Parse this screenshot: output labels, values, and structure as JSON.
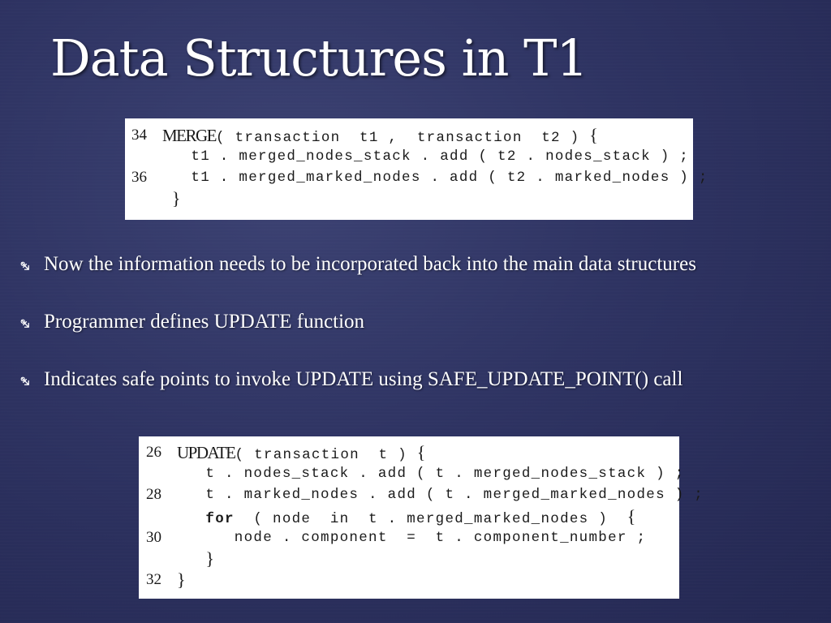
{
  "slide": {
    "title": "Data Structures in T1"
  },
  "merge_code": {
    "lines": [
      {
        "no": "34",
        "parts": [
          {
            "text": "MERGE",
            "style": "fn"
          },
          {
            "text": "( transaction  t1 ,  transaction  t2 ) ",
            "style": "code"
          },
          {
            "text": "{",
            "style": "brace"
          }
        ]
      },
      {
        "no": "",
        "parts": [
          {
            "text": "   t1 . merged_nodes_stack . add ( t2 . nodes_stack ) ;",
            "style": "code"
          }
        ]
      },
      {
        "no": "36",
        "parts": [
          {
            "text": "   t1 . merged_marked_nodes . add ( t2 . marked_nodes ) ;",
            "style": "code"
          }
        ]
      },
      {
        "no": "",
        "parts": [
          {
            "text": " ",
            "style": "code"
          },
          {
            "text": "}",
            "style": "brace"
          }
        ]
      }
    ]
  },
  "bullets": [
    {
      "text": "Now the information needs to be incorporated back into the main data structures"
    },
    {
      "text": "Programmer defines UPDATE function"
    },
    {
      "text": "Indicates safe points to invoke UPDATE using SAFE_UPDATE_POINT() call"
    }
  ],
  "update_code": {
    "lines": [
      {
        "no": "26",
        "parts": [
          {
            "text": "UPDATE",
            "style": "fn"
          },
          {
            "text": "( transaction  t ) ",
            "style": "code"
          },
          {
            "text": "{",
            "style": "brace"
          }
        ]
      },
      {
        "no": "",
        "parts": [
          {
            "text": "   t . nodes_stack . add ( t . merged_nodes_stack ) ;",
            "style": "code"
          }
        ]
      },
      {
        "no": "28",
        "parts": [
          {
            "text": "   t . marked_nodes . add ( t . merged_marked_nodes ) ;",
            "style": "code"
          }
        ]
      },
      {
        "no": "",
        "parts": [
          {
            "text": "   ",
            "style": "code"
          },
          {
            "text": "for",
            "style": "kw"
          },
          {
            "text": "  ( node  in  t . merged_marked_nodes )  ",
            "style": "code"
          },
          {
            "text": "{",
            "style": "brace"
          }
        ]
      },
      {
        "no": "30",
        "parts": [
          {
            "text": "      node . component  =  t . component_number ;",
            "style": "code"
          }
        ]
      },
      {
        "no": "",
        "parts": [
          {
            "text": "   ",
            "style": "code"
          },
          {
            "text": "}",
            "style": "brace"
          }
        ]
      },
      {
        "no": "32",
        "parts": [
          {
            "text": "}",
            "style": "brace"
          }
        ]
      }
    ]
  },
  "icons": {
    "bullet": "bullet-arrow-icon"
  },
  "colors": {
    "background": "#2e3362",
    "text": "#ffffff",
    "code_background": "#ffffff",
    "code_text": "#1a1a1a"
  }
}
